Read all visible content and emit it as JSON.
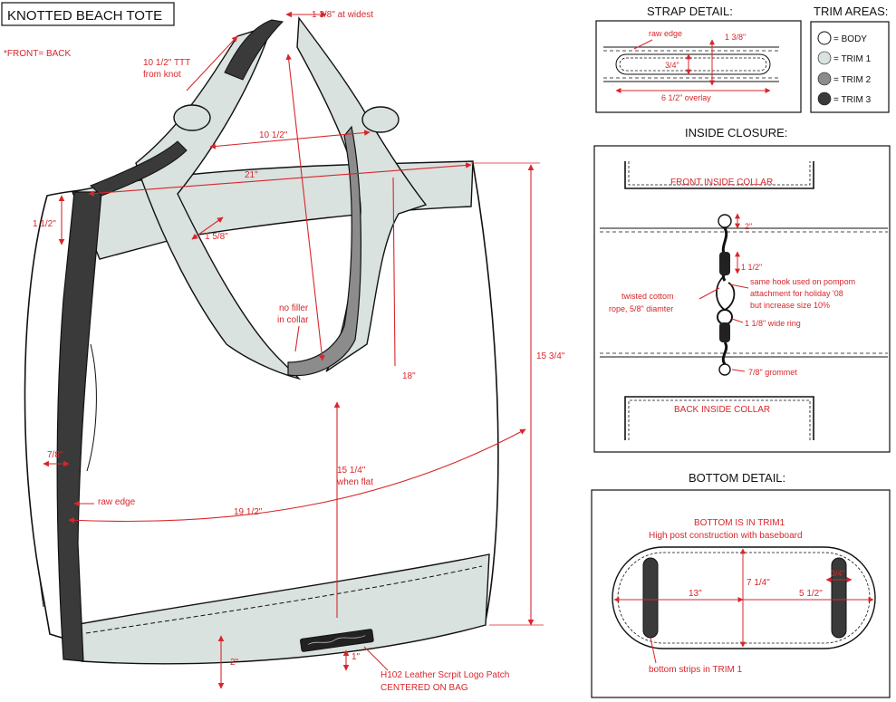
{
  "title": "KNOTTED BEACH TOTE",
  "note": "*FRONT= BACK",
  "colors": {
    "red": "#d8262b",
    "body": "#ffffff",
    "trim1": "#d9e2df",
    "trim2": "#8c8c8c",
    "trim3": "#3a3a3a",
    "line": "#111111"
  },
  "main": {
    "strap_width": "1 3/8\" at widest",
    "knot_len_1": "10 1/2\" TTT",
    "knot_len_2": "from knot",
    "strap_gap": "10 1/2\"",
    "top_width": "21\"",
    "collar_height": "1 1/2\"",
    "collar_width": "1 5/8\"",
    "no_filler_1": "no filler",
    "no_filler_2": "in collar",
    "height_total": "15 3/4\"",
    "strap_drop": "18\"",
    "flat_1": "15 1/4\"",
    "flat_2": "when flat",
    "side_width": "7/8\"",
    "raw_edge": "raw edge",
    "circumference": "19 1/2\"",
    "bottom_band": "2\"",
    "patch_size": "1\"",
    "patch_1": "H102 Leather Scrpit Logo Patch",
    "patch_2": "CENTERED ON BAG"
  },
  "strap_detail": {
    "title": "STRAP DETAIL:",
    "raw_edge": "raw edge",
    "width": "1 3/8\"",
    "inner": "3/4\"",
    "overlay": "6 1/2\" overlay"
  },
  "trim_areas": {
    "title": "TRIM AREAS:",
    "items": [
      "= BODY",
      "= TRIM 1",
      "= TRIM 2",
      "= TRIM 3"
    ]
  },
  "inside_closure": {
    "title": "INSIDE CLOSURE:",
    "front_collar": "FRONT INSIDE COLLAR",
    "back_collar": "BACK INSIDE COLLAR",
    "dim_top": "2\"",
    "dim_mid": "1 1/2\"",
    "hook_1": "same hook used on pompom",
    "hook_2": "attachment for holiday '08",
    "hook_3": "but increase size 10%",
    "rope_1": "twisted cottom",
    "rope_2": "rope, 5/8\" diamter",
    "ring": "1 1/8\" wide ring",
    "grommet": "7/8\" grommet"
  },
  "bottom_detail": {
    "title": "BOTTOM DETAIL:",
    "line1": "BOTTOM IS IN TRIM1",
    "line2": "High post construction with baseboard",
    "length": "13\"",
    "width": "7 1/4\"",
    "half": "5 1/2\"",
    "strip": "3/4\"",
    "strips_note": "bottom strips in TRIM 1"
  }
}
